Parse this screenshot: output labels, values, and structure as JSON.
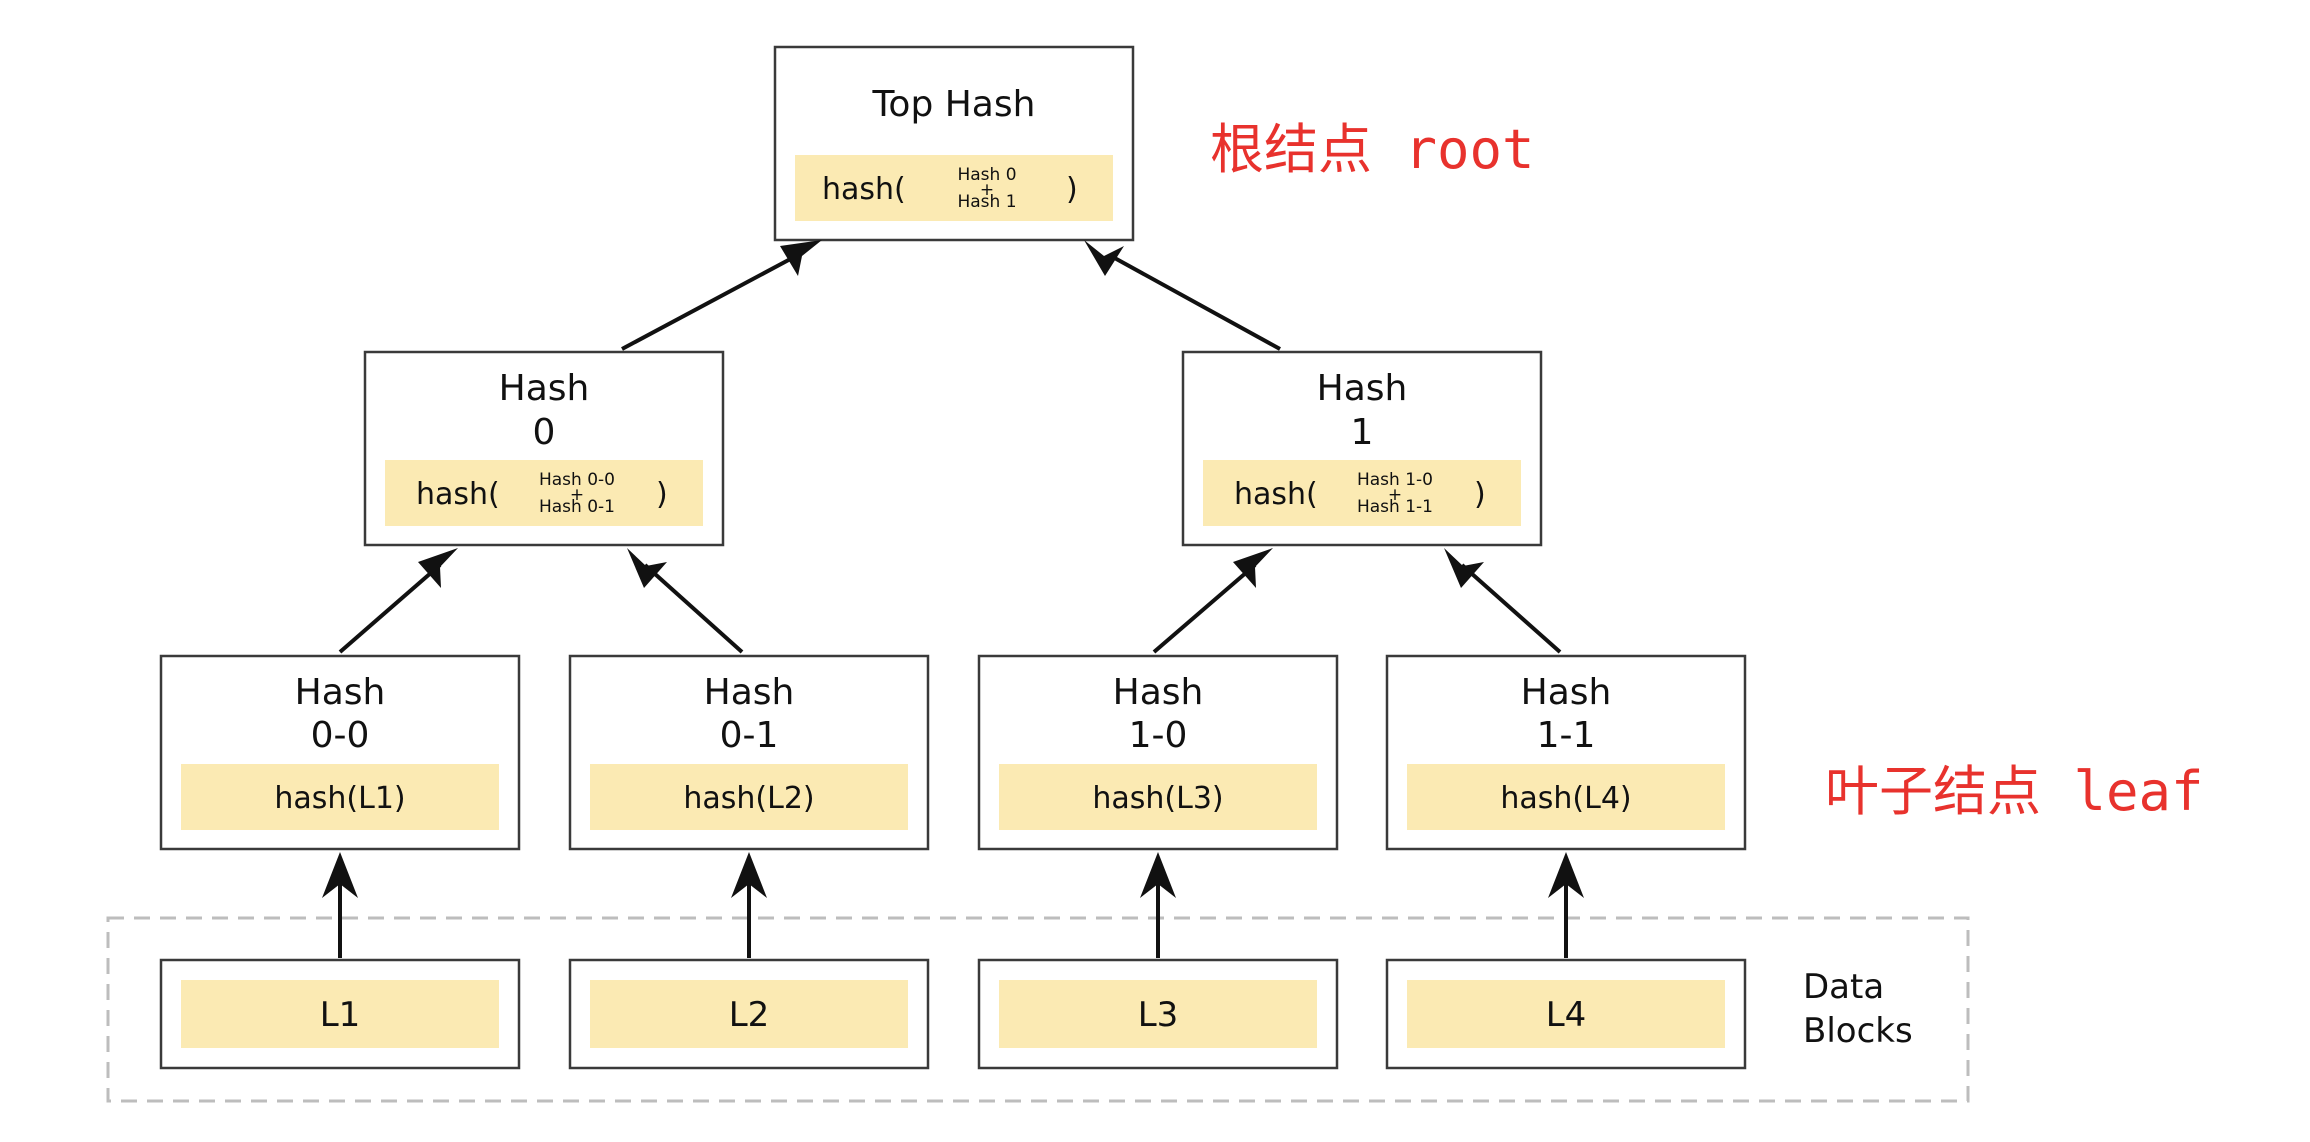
{
  "diagram": {
    "root": {
      "title": "Top Hash",
      "fn": "hash(",
      "arg_top": "Hash 0",
      "arg_plus": "+",
      "arg_bottom": "Hash 1",
      "close": ")"
    },
    "hash0": {
      "title_line1": "Hash",
      "title_line2": "0",
      "fn": "hash(",
      "arg_top": "Hash 0-0",
      "arg_plus": "+",
      "arg_bottom": "Hash 0-1",
      "close": ")"
    },
    "hash1": {
      "title_line1": "Hash",
      "title_line2": "1",
      "fn": "hash(",
      "arg_top": "Hash 1-0",
      "arg_plus": "+",
      "arg_bottom": "Hash 1-1",
      "close": ")"
    },
    "leaves": [
      {
        "title_line1": "Hash",
        "title_line2": "0-0",
        "hash": "hash(L1)"
      },
      {
        "title_line1": "Hash",
        "title_line2": "0-1",
        "hash": "hash(L2)"
      },
      {
        "title_line1": "Hash",
        "title_line2": "1-0",
        "hash": "hash(L3)"
      },
      {
        "title_line1": "Hash",
        "title_line2": "1-1",
        "hash": "hash(L4)"
      }
    ],
    "data_blocks": [
      "L1",
      "L2",
      "L3",
      "L4"
    ],
    "data_blocks_label_line1": "Data",
    "data_blocks_label_line2": "Blocks",
    "annotations": {
      "root": "根结点 root",
      "leaf": "叶子结点 leaf"
    },
    "colors": {
      "band": "#fbeab3",
      "annotation": "#e8322d",
      "border": "#3a3a3a"
    }
  }
}
